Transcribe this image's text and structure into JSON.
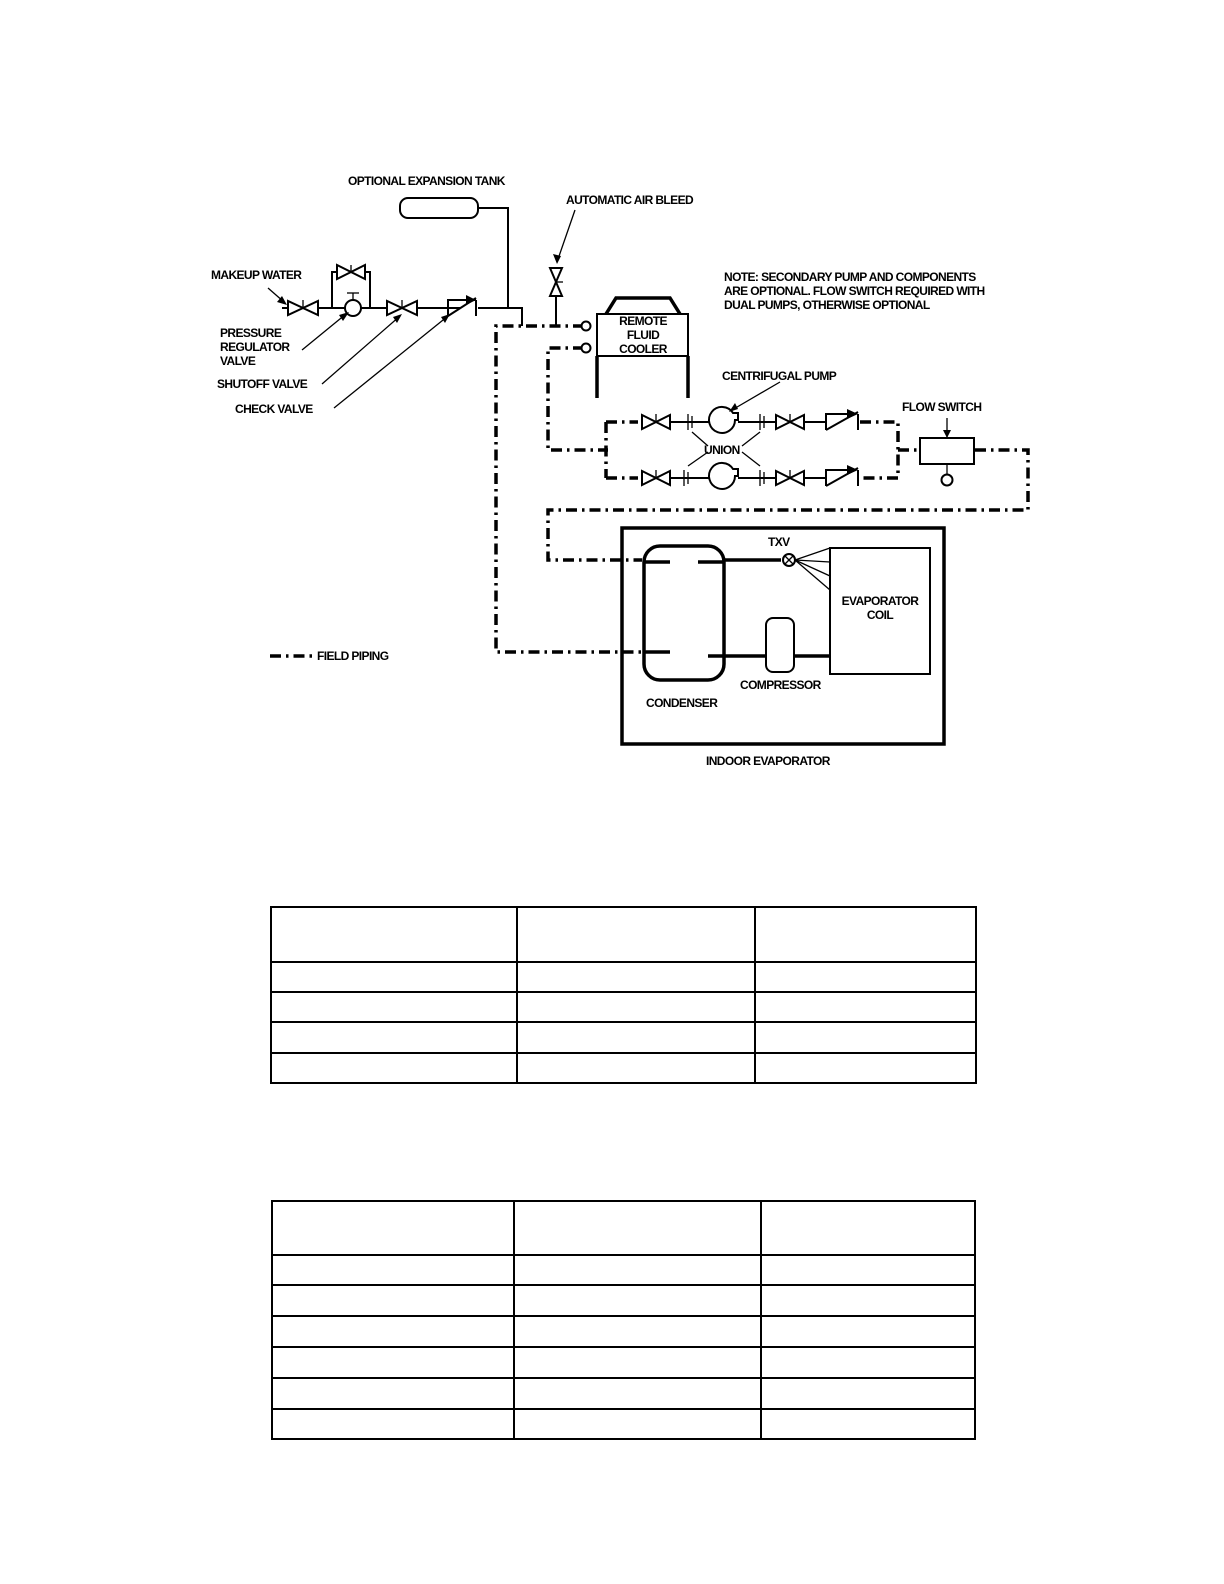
{
  "diagram": {
    "labels": {
      "optional_expansion_tank": "OPTIONAL EXPANSION TANK",
      "automatic_air_bleed": "AUTOMATIC AIR BLEED",
      "makeup_water": "MAKEUP WATER",
      "pressure_regulator_valve": [
        "PRESSURE",
        "REGULATOR",
        "VALVE"
      ],
      "shutoff_valve": "SHUTOFF VALVE",
      "check_valve": "CHECK VALVE",
      "remote_fluid_cooler": [
        "REMOTE",
        "FLUID",
        "COOLER"
      ],
      "note": [
        "NOTE:  SECONDARY PUMP AND COMPONENTS",
        "ARE OPTIONAL.  FLOW SWITCH REQUIRED WITH",
        "DUAL PUMPS, OTHERWISE OPTIONAL"
      ],
      "centrifugal_pump": "CENTRIFUGAL PUMP",
      "flow_switch": "FLOW SWITCH",
      "union": "UNION",
      "txv": "TXV",
      "evaporator_coil": [
        "EVAPORATOR",
        "COIL"
      ],
      "compressor": "COMPRESSOR",
      "condenser": "CONDENSER",
      "indoor_evaporator": "INDOOR EVAPORATOR",
      "field_piping": "FIELD PIPING"
    }
  },
  "tables": [
    {
      "rows": [
        [
          "",
          "",
          ""
        ],
        [
          "",
          "",
          ""
        ],
        [
          "",
          "",
          ""
        ],
        [
          "",
          "",
          ""
        ],
        [
          "",
          "",
          ""
        ]
      ]
    },
    {
      "rows": [
        [
          "",
          "",
          ""
        ],
        [
          "",
          "",
          ""
        ],
        [
          "",
          "",
          ""
        ],
        [
          "",
          "",
          ""
        ],
        [
          "",
          "",
          ""
        ],
        [
          "",
          "",
          ""
        ],
        [
          "",
          "",
          ""
        ]
      ]
    }
  ]
}
